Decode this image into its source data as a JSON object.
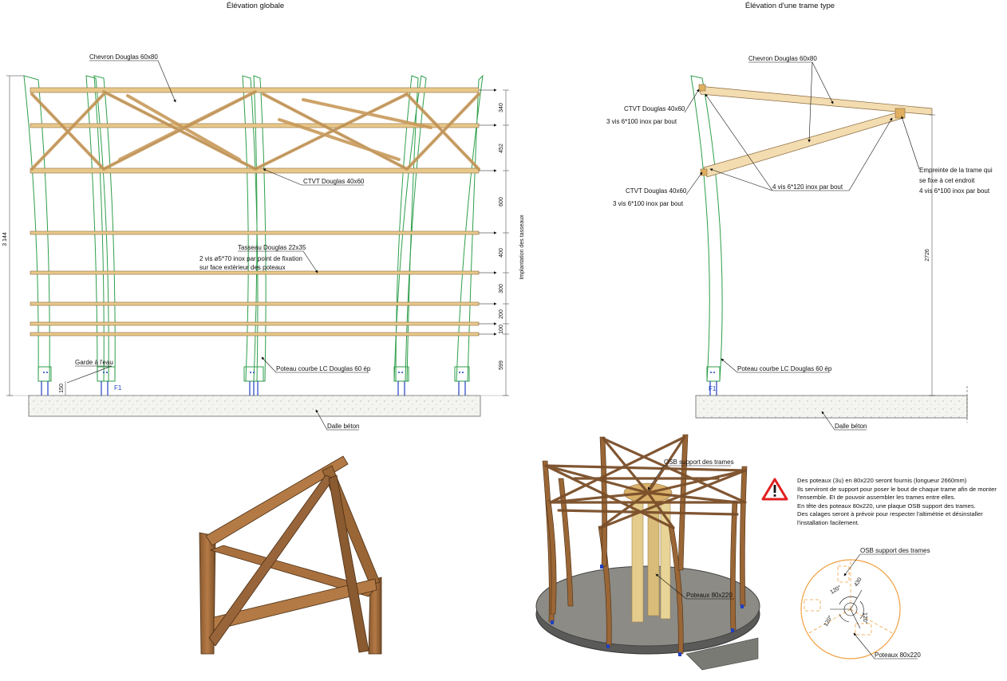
{
  "titles": {
    "left": "Élévation globale",
    "right": "Élévation d'une trame type"
  },
  "left_elevation": {
    "chevron_label": "Chevron Douglas 60x80",
    "ctvt_label": "CTVT Douglas 40x60",
    "tasseau_label": "Tasseau Douglas 22x35",
    "tasseau_note_1": "2 vis ø5*70 inox par point de fixation",
    "tasseau_note_2": "sur face extérieur des poteaux",
    "garde_label": "Garde à l'eau",
    "poteau_label": "Poteau courbe LC Douglas 60 ép",
    "dalle_label": "Dalle béton",
    "f1_label": "F1",
    "total_height": "3 144",
    "garde_dim": "150",
    "side_label": "Implantation des tasseaux",
    "dims": [
      "340",
      "452",
      "600",
      "400",
      "300",
      "200",
      "100",
      "599"
    ]
  },
  "right_elevation": {
    "chevron_label": "Chevron Douglas 60x80",
    "ctvt_top_1": "CTVT Douglas 40x60",
    "ctvt_top_2": "3 vis 6*100 inox par bout",
    "ctvt_mid_1": "CTVT Douglas 40x60",
    "ctvt_mid_2": "3 vis 6*100 inox par bout",
    "vis_label": "4 vis 6*120 inox par bout",
    "empreinte_1": "Empreinte de la trame qui",
    "empreinte_2": "se fixe à cet endroit",
    "empreinte_3": "4 vis 6*100 inox par bout",
    "height_dim": "2726",
    "poteau_label": "Poteau courbe LC Douglas 60 ép",
    "dalle_label": "Dalle béton",
    "f1_label": "F1"
  },
  "perspective": {
    "osb_label": "OSB support des trames",
    "poteaux_label": "Poteaux 80x220"
  },
  "warning": {
    "icon": "warning-triangle-icon",
    "lines": [
      "Des poteaux (3u) en 80x220 seront fournis (longueur 2660mm)",
      "Ils serviront de support pour poser le bout de chaque trame afin de monter",
      "l'ensemble. Et de pouvoir assembler les trames entre elles.",
      "En tête des poteaux 80x220, une plaque OSB support des trames.",
      "Des calages seront à prévoir pour respecter l'altimétrie et désinstaller",
      "l'installation facilement."
    ]
  },
  "detail": {
    "osb_label": "OSB support des trames",
    "angle_1": "120°",
    "angle_2": "120°",
    "angle_3": "120°",
    "len": "430",
    "poteaux_label": "Poteaux 80x220"
  },
  "colors": {
    "wood": "#c89a5a",
    "wood_dark": "#8a6a3e",
    "post_green": "#2e9e4a",
    "warn_red": "#e02020",
    "osb_orange": "#f0a040"
  }
}
